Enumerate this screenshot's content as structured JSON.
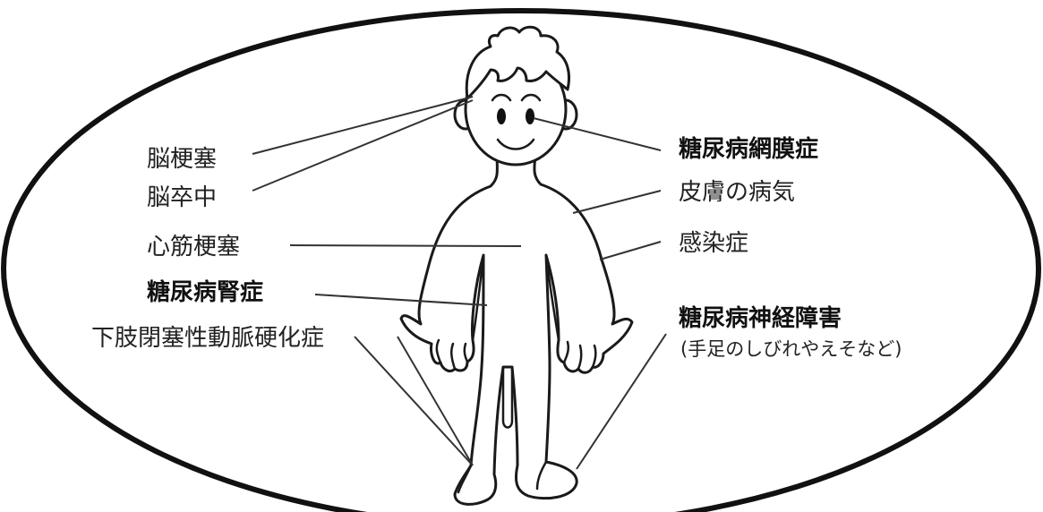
{
  "labels": {
    "brain_infarction": "脳梗塞",
    "stroke": "脳卒中",
    "myocardial_infarction": "心筋梗塞",
    "diabetic_nephropathy": "糖尿病腎症",
    "pad": "下肢閉塞性動脈硬化症",
    "diabetic_retinopathy": "糖尿病網膜症",
    "skin_disease": "皮膚の病気",
    "infection": "感染症",
    "diabetic_neuropathy": "糖尿病神経障害",
    "neuropathy_note": "(手足のしびれやえそなど)"
  },
  "colors": {
    "line": "#333333",
    "text": "#222222",
    "background": "#ffffff"
  },
  "icons": {
    "figure": "child-figure-icon"
  }
}
